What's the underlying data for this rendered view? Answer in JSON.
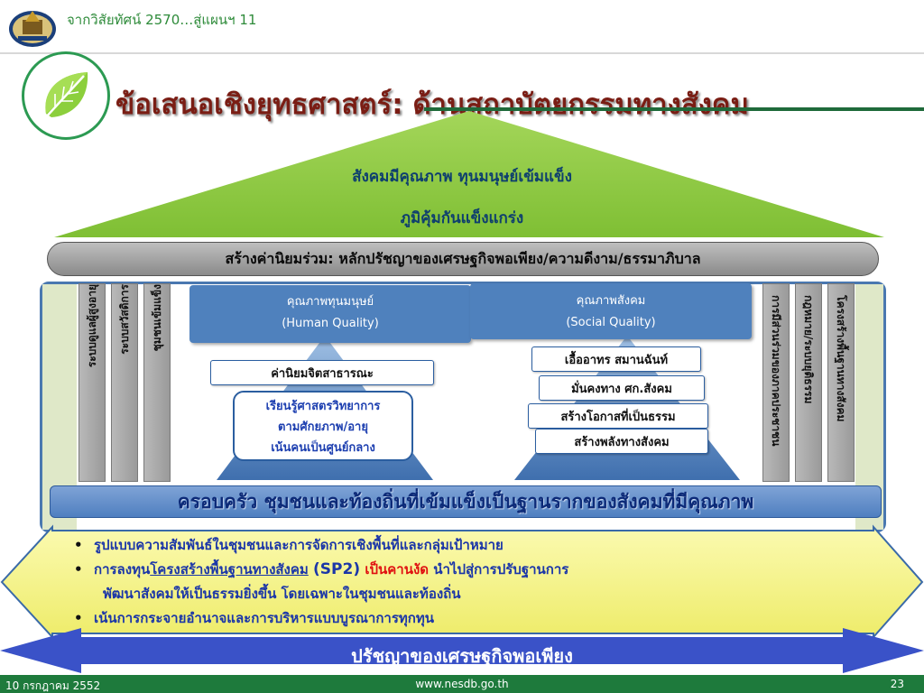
{
  "header": {
    "top_text": "จากวิสัยทัศน์ 2570…สู่แผนฯ 11",
    "title": "ข้อเสนอเชิงยุทธศาสตร์: ด้านสถาบัตยกรรมทางสังคม"
  },
  "roof": {
    "line1": "สังคมมีคุณภาพ ทุนมนุษย์เข้มแข็ง",
    "line2": "ภูมิคุ้มกันแข็งแกร่ง"
  },
  "beam": {
    "text": "สร้างค่านิยมร่วม: หลักปรัชญาของเศรษฐกิจพอเพียง/ความดีงาม/ธรรมาภิบาล"
  },
  "pillars_left": [
    "ระบบดูแลผู้สูงอายุ",
    "ระบบสวัสดิการ",
    "ชุมชนเข้มแข็ง"
  ],
  "pillars_right": [
    "การมีส่วนร่วมของภาคประชาชน",
    "กฎหมาย/ระบบยุติธรรม",
    "โครงสร้างพื้นฐานทางสังคม"
  ],
  "human_quality": {
    "title": "คุณภาพทุนมนุษย์",
    "subtitle": "(Human Quality)",
    "values_pill": "ค่านิยมจิตสาธารณะ",
    "study_lines": [
      "เรียนรู้ศาสตรวิทยาการ",
      "ตามศักยภาพ/อายุ",
      "เน้นคนเป็นศูนย์กลาง"
    ]
  },
  "social_quality": {
    "title": "คุณภาพสังคม",
    "subtitle": "(Social Quality)",
    "items": [
      "เอื้ออาทร สมานฉันท์",
      "มั่นคงทาง ศก.สังคม",
      "สร้างโอกาสที่เป็นธรรม",
      "สร้างพลังทางสังคม"
    ]
  },
  "family_banner": "ครอบครัว ชุมชนและท้องถิ่นที่เข้มแข็งเป็นฐานรากของสังคมที่มีคุณภาพ",
  "bullets": {
    "b1": "รูปแบบความสัมพันธ์ในชุมชนและการจัดการเชิงพื้นที่และกลุ่มเป้าหมาย",
    "b2_prefix": "การลงทุน",
    "b2_highlight": "โครงสร้างพื้นฐานทางสังคม",
    "b2_code": "(SP2)",
    "b2_red": "เป็นคานงัด",
    "b2_suffix": "นำไปสู่การปรับฐานการ",
    "b2_cont": "พัฒนาสังคมให้เป็นธรรมยิ่งขึ้น โดยเฉพาะในชุมชนและท้องถิ่น",
    "b3": "เน้นการกระจายอำนาจและการบริหารแบบบูรณาการทุกทุน"
  },
  "foundation": "ปรัชญาของเศรษฐกิจพอเพียง",
  "footer": {
    "date": "10 กรกฎาคม 2552",
    "url": "www.nesdb.go.th",
    "page": "23"
  },
  "colors": {
    "footer_green": "#1e7a3c",
    "title_red": "#7a1d14",
    "roof_green": "#8cc63f",
    "panel_blue": "#4f81bd",
    "banner_yellow": "#f4f28a"
  },
  "icons": [
    "emblem-icon",
    "leaf-icon"
  ]
}
